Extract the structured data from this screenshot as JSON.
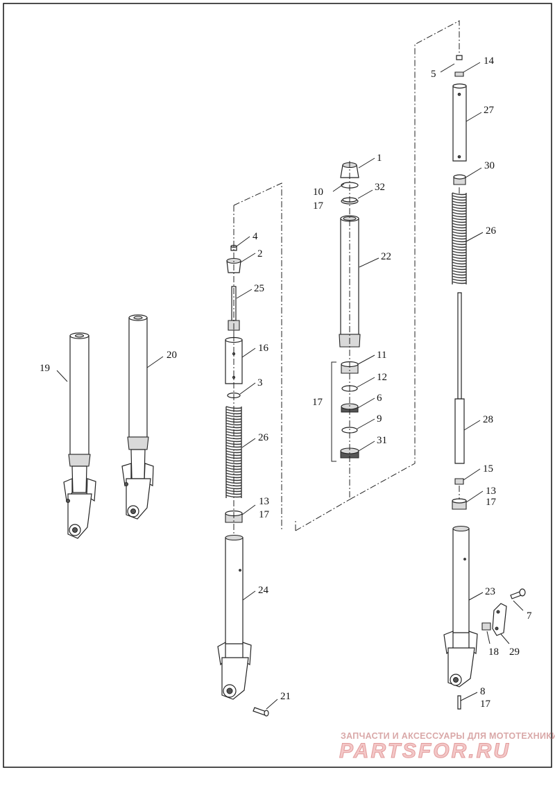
{
  "callouts": [
    {
      "id": "c1",
      "text": "1"
    },
    {
      "id": "c2",
      "text": "2"
    },
    {
      "id": "c3",
      "text": "3"
    },
    {
      "id": "c4",
      "text": "4"
    },
    {
      "id": "c5",
      "text": "5"
    },
    {
      "id": "c6",
      "text": "6"
    },
    {
      "id": "c7",
      "text": "7"
    },
    {
      "id": "c8",
      "text": "8"
    },
    {
      "id": "c9",
      "text": "9"
    },
    {
      "id": "c10",
      "text": "10"
    },
    {
      "id": "c11",
      "text": "11"
    },
    {
      "id": "c12",
      "text": "12"
    },
    {
      "id": "c13a",
      "text": "13"
    },
    {
      "id": "c13b",
      "text": "13"
    },
    {
      "id": "c14",
      "text": "14"
    },
    {
      "id": "c15",
      "text": "15"
    },
    {
      "id": "c16",
      "text": "16"
    },
    {
      "id": "c17a",
      "text": "17"
    },
    {
      "id": "c17b",
      "text": "17"
    },
    {
      "id": "c17c",
      "text": "17"
    },
    {
      "id": "c17d",
      "text": "17"
    },
    {
      "id": "c17e",
      "text": "17"
    },
    {
      "id": "c18",
      "text": "18"
    },
    {
      "id": "c19",
      "text": "19"
    },
    {
      "id": "c20",
      "text": "20"
    },
    {
      "id": "c21",
      "text": "21"
    },
    {
      "id": "c22",
      "text": "22"
    },
    {
      "id": "c23",
      "text": "23"
    },
    {
      "id": "c24",
      "text": "24"
    },
    {
      "id": "c25",
      "text": "25"
    },
    {
      "id": "c26a",
      "text": "26"
    },
    {
      "id": "c26b",
      "text": "26"
    },
    {
      "id": "c27",
      "text": "27"
    },
    {
      "id": "c28",
      "text": "28"
    },
    {
      "id": "c29",
      "text": "29"
    },
    {
      "id": "c30",
      "text": "30"
    },
    {
      "id": "c31",
      "text": "31"
    },
    {
      "id": "c32",
      "text": "32"
    }
  ],
  "watermark": {
    "tagline": "ЗАПЧАСТИ И АКСЕССУАРЫ ДЛЯ МОТОТЕХНИКИ",
    "logo": "PARTSFOR.RU"
  }
}
